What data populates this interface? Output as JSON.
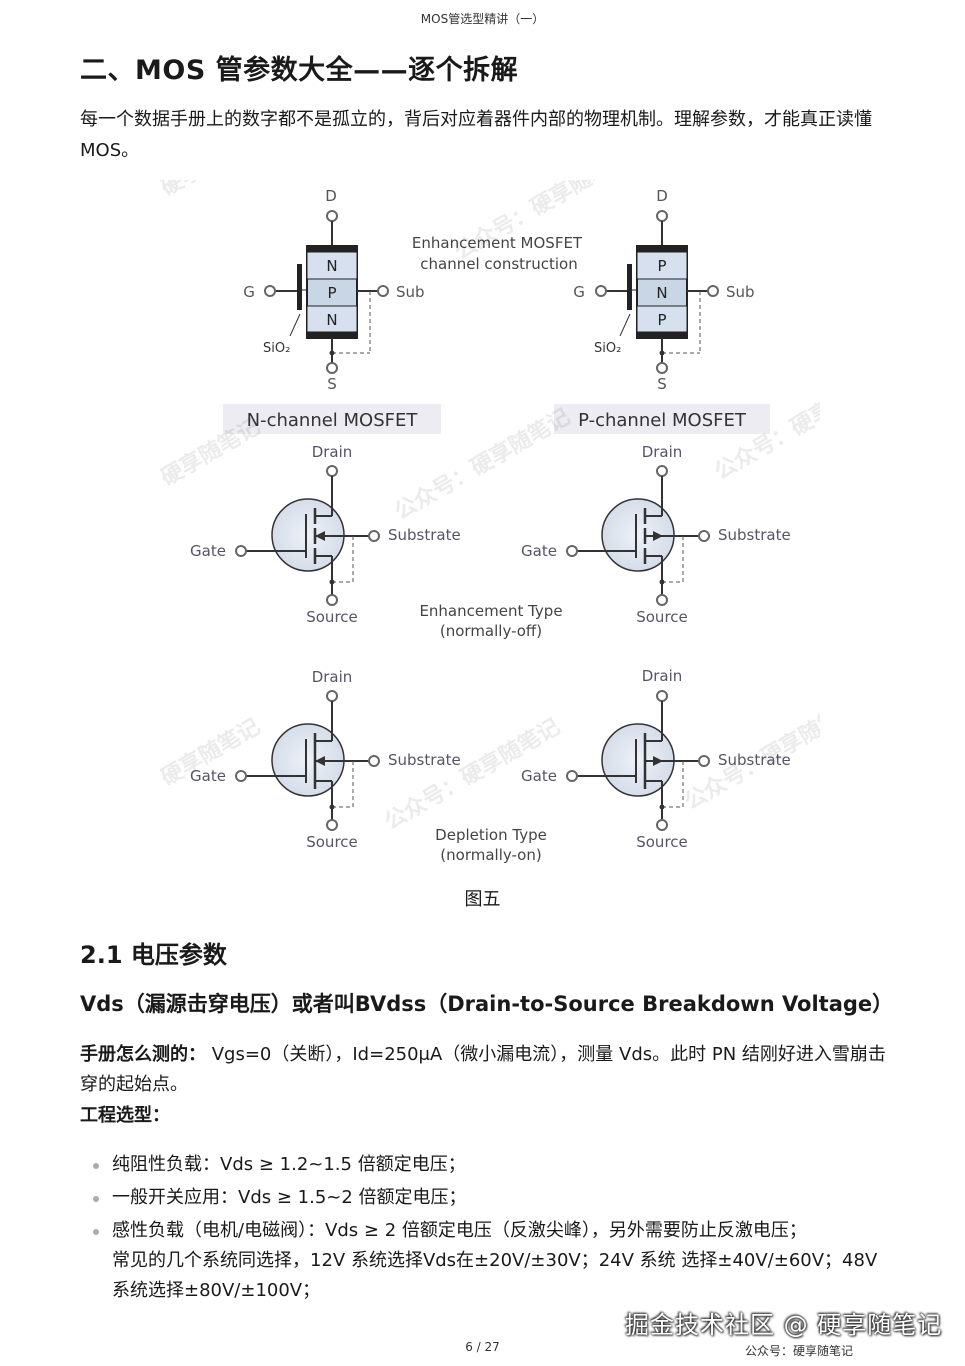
{
  "header": {
    "running_title": "MOS管选型精讲（一）"
  },
  "section_title": "二、MOS 管参数大全——逐个拆解",
  "intro": "每一个数据手册上的数字都不是孤立的，背后对应着器件内部的物理机制。理解参数，才能真正读懂 MOS。",
  "figure": {
    "construction_title": [
      "Enhancement MOSFET",
      "channel construction"
    ],
    "n_channel": {
      "label": "N-channel MOSFET",
      "layers": [
        "N",
        "P",
        "N"
      ]
    },
    "p_channel": {
      "label": "P-channel MOSFET",
      "layers": [
        "P",
        "N",
        "P"
      ]
    },
    "pin_labels": {
      "D": "D",
      "G": "G",
      "S": "S",
      "sub": "Sub",
      "oxide": "SiO₂"
    },
    "symbol_labels": {
      "drain": "Drain",
      "gate": "Gate",
      "source": "Source",
      "substrate": "Substrate"
    },
    "enhancement_type": [
      "Enhancement Type",
      "(normally-off)"
    ],
    "depletion_type": [
      "Depletion Type",
      "(normally-on)"
    ],
    "watermark": "公众号：硬享随笔记",
    "caption": "图五"
  },
  "subsection": "2.1 电压参数",
  "param_title": "Vds（漏源击穿电压）或者叫BVdss（Drain-to-Source Breakdown Voltage）",
  "measurement": {
    "label": "手册怎么测的：",
    "text": " Vgs=0（关断），Id=250μA（微小漏电流），测量 Vds。此时 PN 结刚好进入雪崩击穿的起始点。"
  },
  "selection_heading": "工程选型：",
  "bullets": [
    "纯阻性负载：Vds ≥ 1.2~1.5 倍额定电压；",
    "一般开关应用：Vds ≥ 1.5~2 倍额定电压；",
    "感性负载（电机/电磁阀）：Vds ≥ 2 倍额定电压（反激尖峰），另外需要防止反激电压；"
  ],
  "bullet_note": "常见的几个系统同选择，12V 系统选择Vds在±20V/±30V；24V 系统 选择±40V/±60V；48V 系统选择±80V/±100V；",
  "footer": {
    "page": "6 / 27",
    "account": "公众号：硬享随笔记",
    "overlay": "掘金技术社区 @ 硬享随笔记"
  }
}
